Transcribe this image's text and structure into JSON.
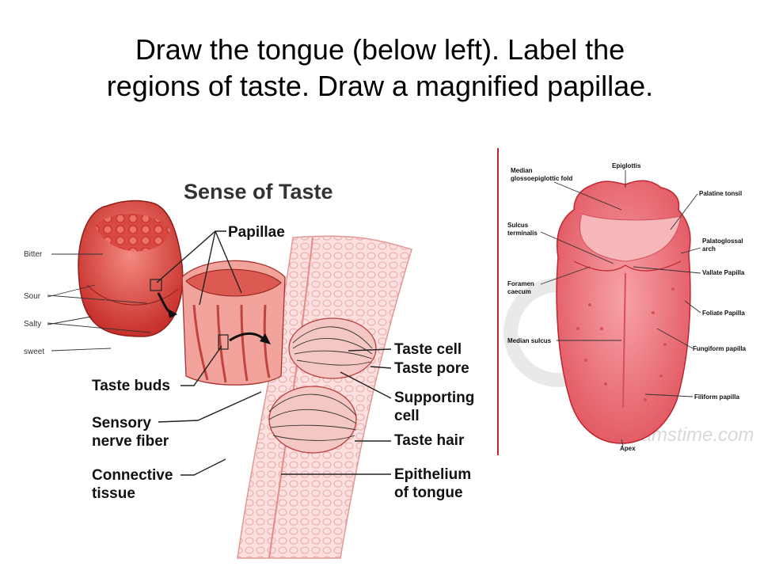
{
  "title": {
    "line1": "Draw the tongue (below left). Label the",
    "line2": "regions of taste. Draw a magnified papillae."
  },
  "left_figure": {
    "heading": "Sense of Taste",
    "taste_regions": [
      "Bitter",
      "Sour",
      "Salty",
      "sweet"
    ],
    "labels": {
      "papillae": "Papillae",
      "taste_buds": "Taste buds",
      "sensory_1": "Sensory",
      "sensory_2": "nerve fiber",
      "connective_1": "Connective",
      "connective_2": "tissue",
      "taste_cell": "Taste cell",
      "taste_pore": "Taste pore",
      "supporting_1": "Supporting",
      "supporting_2": "cell",
      "taste_hair": "Taste hair",
      "epithelium_1": "Epithelium",
      "epithelium_2": "of tongue"
    }
  },
  "right_figure": {
    "labels": {
      "epiglottis": "Epiglottis",
      "median_fold_1": "Median",
      "median_fold_2": "glossoepiglottic fold",
      "palatine_tonsil": "Palatine tonsil",
      "sulcus_1": "Sulcus",
      "sulcus_2": "terminalis",
      "palatoglossal_1": "Palatoglossal",
      "palatoglossal_2": "arch",
      "vallate": "Vallate Papilla",
      "foramen_1": "Foramen",
      "foramen_2": "caecum",
      "foliate": "Foliate Papilla",
      "median_sulcus": "Median sulcus",
      "fungiform": "Fungiform papilla",
      "filiform": "Filiform papilla",
      "apex": "Apex"
    },
    "watermark": "dreamstime.com",
    "colors": {
      "tongue": "#ee6b74",
      "tongue_light": "#f7a3a8",
      "divider": "#c0242c"
    }
  }
}
